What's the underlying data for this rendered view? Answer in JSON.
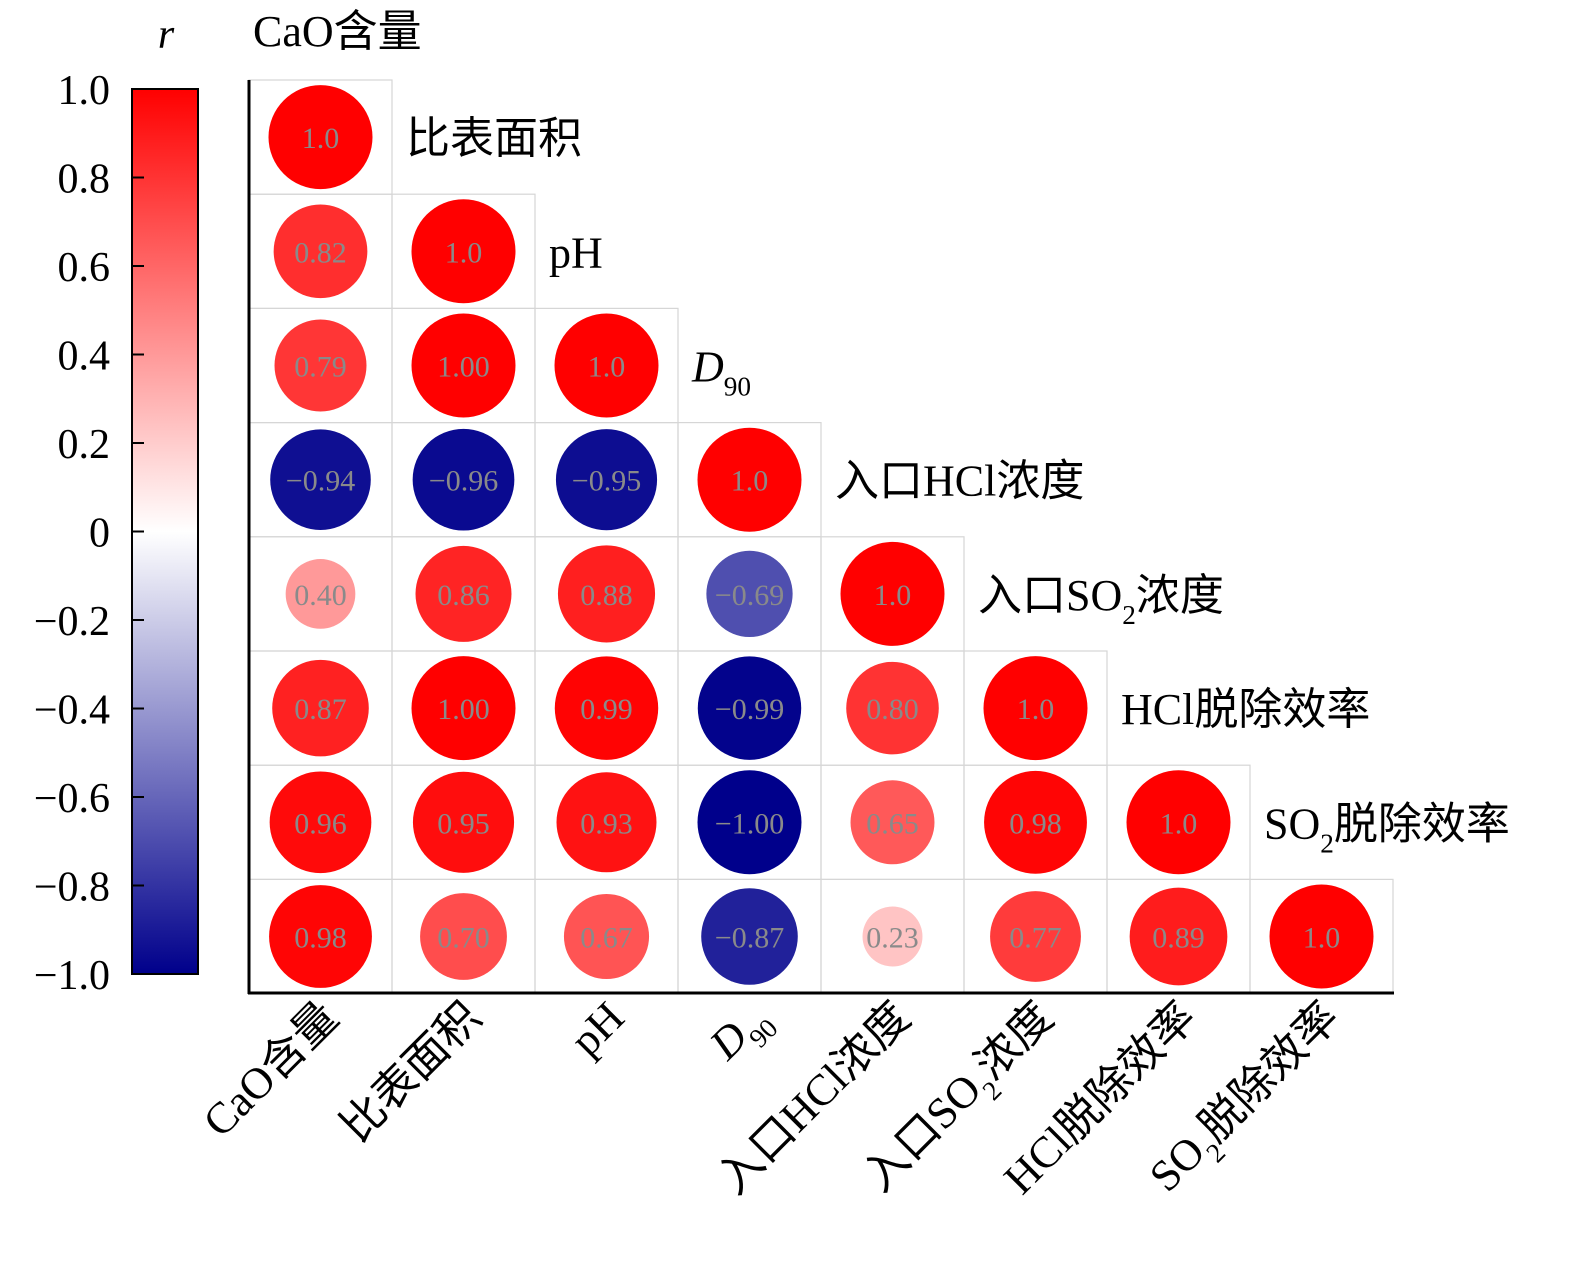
{
  "chart_data": {
    "type": "heatmap",
    "colorbar": {
      "title": "r",
      "range": [
        -1.0,
        1.0
      ],
      "ticks": [
        "1.0",
        "0.8",
        "0.6",
        "0.4",
        "0.2",
        "0",
        "−0.2",
        "−0.4",
        "−0.6",
        "−0.8",
        "−1.0"
      ],
      "tick_values": [
        1.0,
        0.8,
        0.6,
        0.4,
        0.2,
        0,
        -0.2,
        -0.4,
        -0.6,
        -0.8,
        -1.0
      ],
      "colors": {
        "negative": "#00008b",
        "zero": "#ffffff",
        "positive": "#ff0000"
      }
    },
    "variables": [
      {
        "name": "CaO含量"
      },
      {
        "name": "比表面积"
      },
      {
        "name": "pH"
      },
      {
        "name": "D",
        "sub": "90",
        "italic": true
      },
      {
        "name": "入口HCl浓度"
      },
      {
        "name": "入口SO",
        "sub": "2",
        "tail": "浓度"
      },
      {
        "name": "HCl脱除效率"
      },
      {
        "name": "SO",
        "sub": "2",
        "tail": "脱除效率"
      }
    ],
    "diagonal_label": "1.0",
    "cells": [
      {
        "row": 1,
        "col": 0,
        "value": 0.82,
        "label": "0.82"
      },
      {
        "row": 2,
        "col": 0,
        "value": 0.79,
        "label": "0.79"
      },
      {
        "row": 2,
        "col": 1,
        "value": 1.0,
        "label": "1.00"
      },
      {
        "row": 3,
        "col": 0,
        "value": -0.94,
        "label": "−0.94"
      },
      {
        "row": 3,
        "col": 1,
        "value": -0.96,
        "label": "−0.96"
      },
      {
        "row": 3,
        "col": 2,
        "value": -0.95,
        "label": "−0.95"
      },
      {
        "row": 4,
        "col": 0,
        "value": 0.4,
        "label": "0.40"
      },
      {
        "row": 4,
        "col": 1,
        "value": 0.86,
        "label": "0.86"
      },
      {
        "row": 4,
        "col": 2,
        "value": 0.88,
        "label": "0.88"
      },
      {
        "row": 4,
        "col": 3,
        "value": -0.69,
        "label": "−0.69"
      },
      {
        "row": 5,
        "col": 0,
        "value": 0.87,
        "label": "0.87"
      },
      {
        "row": 5,
        "col": 1,
        "value": 1.0,
        "label": "1.00"
      },
      {
        "row": 5,
        "col": 2,
        "value": 0.99,
        "label": "0.99"
      },
      {
        "row": 5,
        "col": 3,
        "value": -0.99,
        "label": "−0.99"
      },
      {
        "row": 5,
        "col": 4,
        "value": 0.8,
        "label": "0.80"
      },
      {
        "row": 6,
        "col": 0,
        "value": 0.96,
        "label": "0.96"
      },
      {
        "row": 6,
        "col": 1,
        "value": 0.95,
        "label": "0.95"
      },
      {
        "row": 6,
        "col": 2,
        "value": 0.93,
        "label": "0.93"
      },
      {
        "row": 6,
        "col": 3,
        "value": -1.0,
        "label": "−1.00"
      },
      {
        "row": 6,
        "col": 4,
        "value": 0.65,
        "label": "0.65"
      },
      {
        "row": 6,
        "col": 5,
        "value": 0.98,
        "label": "0.98"
      },
      {
        "row": 7,
        "col": 0,
        "value": 0.98,
        "label": "0.98"
      },
      {
        "row": 7,
        "col": 1,
        "value": 0.7,
        "label": "0.70"
      },
      {
        "row": 7,
        "col": 2,
        "value": 0.67,
        "label": "0.67"
      },
      {
        "row": 7,
        "col": 3,
        "value": -0.87,
        "label": "−0.87"
      },
      {
        "row": 7,
        "col": 4,
        "value": 0.23,
        "label": "0.23"
      },
      {
        "row": 7,
        "col": 5,
        "value": 0.77,
        "label": "0.77"
      },
      {
        "row": 7,
        "col": 6,
        "value": 0.89,
        "label": "0.89"
      }
    ]
  }
}
